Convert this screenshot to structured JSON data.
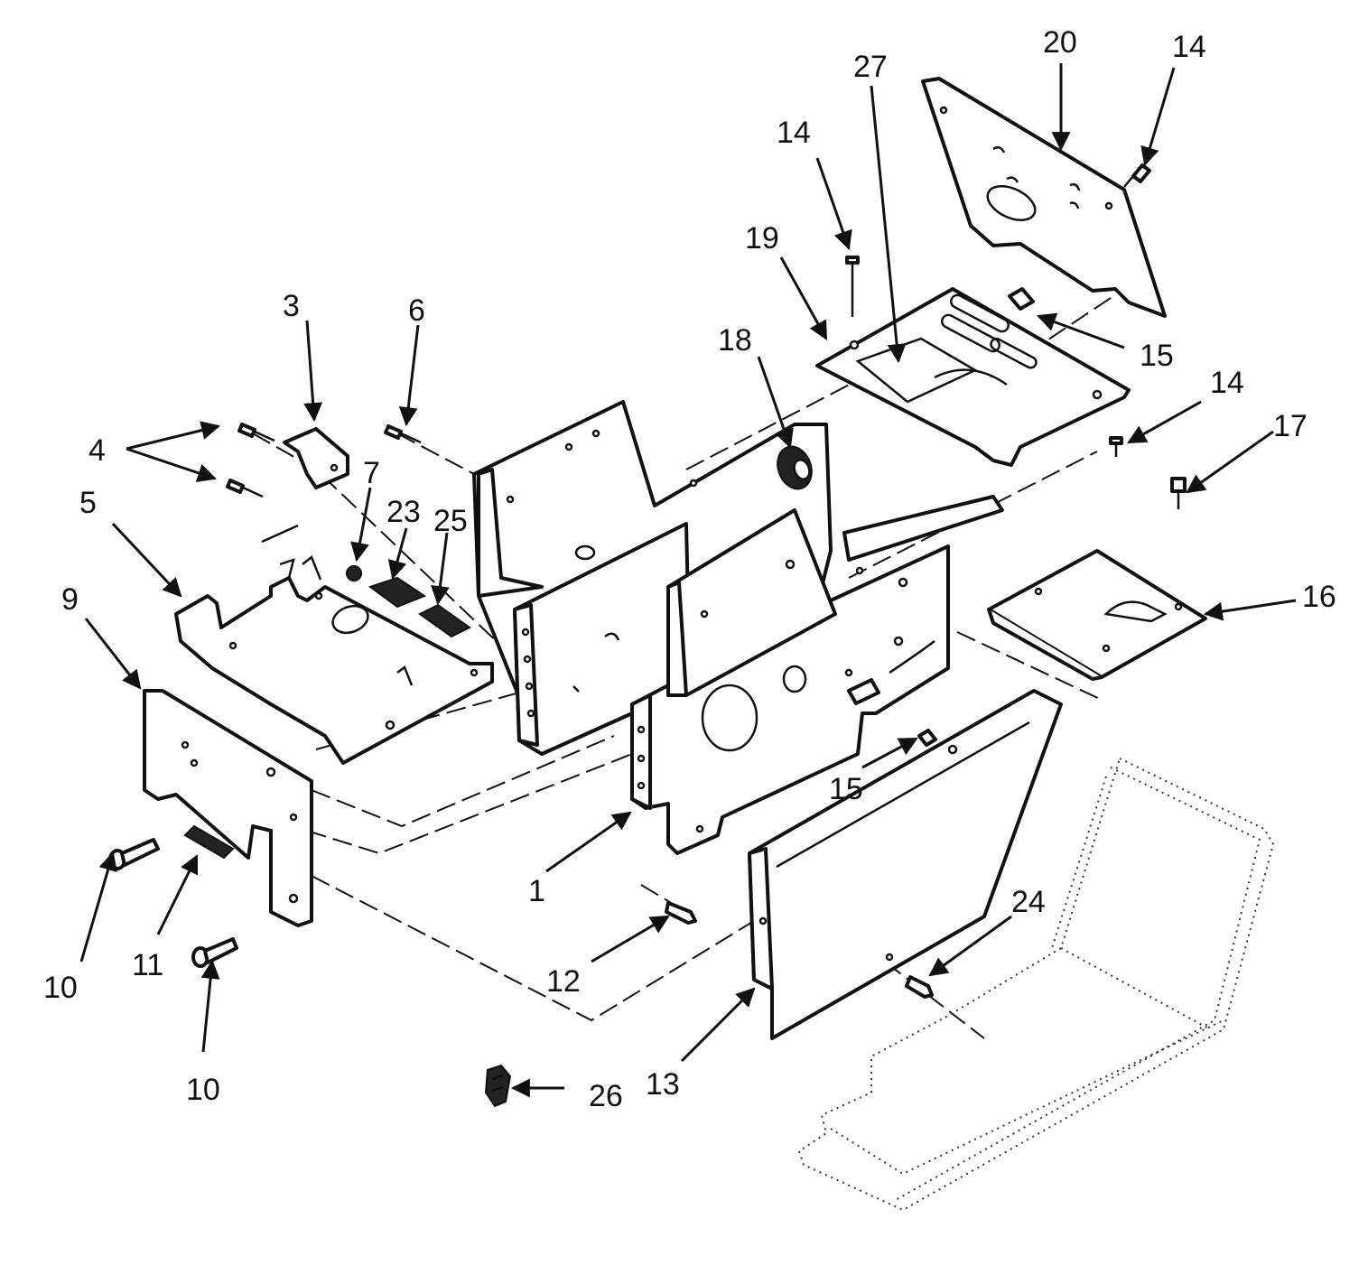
{
  "callouts": {
    "c1": "1",
    "c3": "3",
    "c4": "4",
    "c5": "5",
    "c6": "6",
    "c7": "7",
    "c9": "9",
    "c10a": "10",
    "c10b": "10",
    "c11": "11",
    "c12": "12",
    "c13": "13",
    "c14a": "14",
    "c14b": "14",
    "c14c": "14",
    "c15a": "15",
    "c15b": "15",
    "c16": "16",
    "c17": "17",
    "c18": "18",
    "c19": "19",
    "c20": "20",
    "c23": "23",
    "c24": "24",
    "c25": "25",
    "c26": "26",
    "c27": "27"
  }
}
